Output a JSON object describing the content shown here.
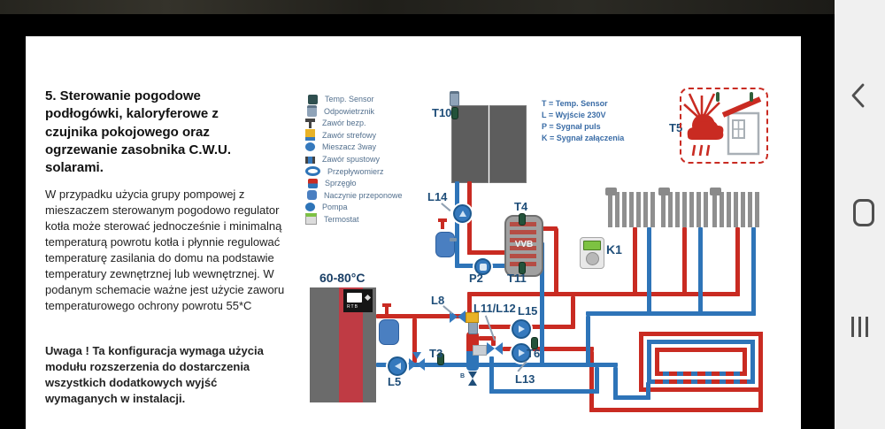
{
  "device": {
    "nav_icons": [
      "back-chevron",
      "home-squircle",
      "recent-apps"
    ]
  },
  "article": {
    "heading": "5. Sterowanie pogodowe podłogówki, kaloryferowe z czujnika pokojowego oraz ogrzewanie zasobnika C.W.U. solarami.",
    "para1": "W przypadku użycia grupy pompowej z mieszaczem sterowanym pogodowo regulator kotła może sterować jednocześnie i minimalną temperaturą powrotu kotła i płynnie regulować temperaturę zasilania do domu na podstawie temperatury zewnętrznej lub wewnętrznej. W podanym schemacie ważne jest użycie zaworu temperaturowego ochrony powrotu 55*C",
    "para2": "Uwaga ! Ta konfiguracja wymaga użycia modułu rozszerzenia do dostarczenia wszystkich dodatkowych wyjść wymaganych w instalacji."
  },
  "legend": {
    "items": [
      {
        "icon": "temp-sensor-icon",
        "label": "Temp. Sensor"
      },
      {
        "icon": "air-vent-icon",
        "label": "Odpowietrznik"
      },
      {
        "icon": "safety-valve-icon",
        "label": "Zawór bezp."
      },
      {
        "icon": "zone-valve-icon",
        "label": "Zawór strefowy"
      },
      {
        "icon": "mixer-3way-icon",
        "label": "Mieszacz 3way"
      },
      {
        "icon": "drain-valve-icon",
        "label": "Zawór spustowy"
      },
      {
        "icon": "flow-meter-icon",
        "label": "Przepływomierz"
      },
      {
        "icon": "separator-icon",
        "label": "Sprzęgło"
      },
      {
        "icon": "expansion-vessel-icon",
        "label": "Naczynie przeponowe"
      },
      {
        "icon": "pump-icon",
        "label": "Pompa"
      },
      {
        "icon": "thermostat-icon",
        "label": "Termostat"
      }
    ]
  },
  "signals": {
    "lines": [
      "T = Temp. Sensor",
      "L = Wyjście 230V",
      "P = Sygnał puls",
      "K = Sygnał załączenia"
    ]
  },
  "diagram": {
    "labels": {
      "t10": "T10",
      "l14": "L14",
      "p2": "P2",
      "t4": "T4",
      "t11": "T11",
      "t5": "T5",
      "k1": "K1",
      "l8": "L8",
      "l11l12": "L11/L12",
      "l15": "L15",
      "t3": "T3",
      "t6": "T6",
      "l13": "L13",
      "l5": "L5",
      "b": "B"
    },
    "boiler": {
      "temp": "60-80°C",
      "brand": "RTB"
    },
    "tank": {
      "label": "VVB"
    },
    "colors": {
      "hot": "#c92b22",
      "cold": "#2e74b8",
      "label_text": "#1f4e79",
      "legend_text": "#53708e",
      "signal_text": "#3a6ca6",
      "accent_dashed_box": "#c92b22"
    }
  }
}
